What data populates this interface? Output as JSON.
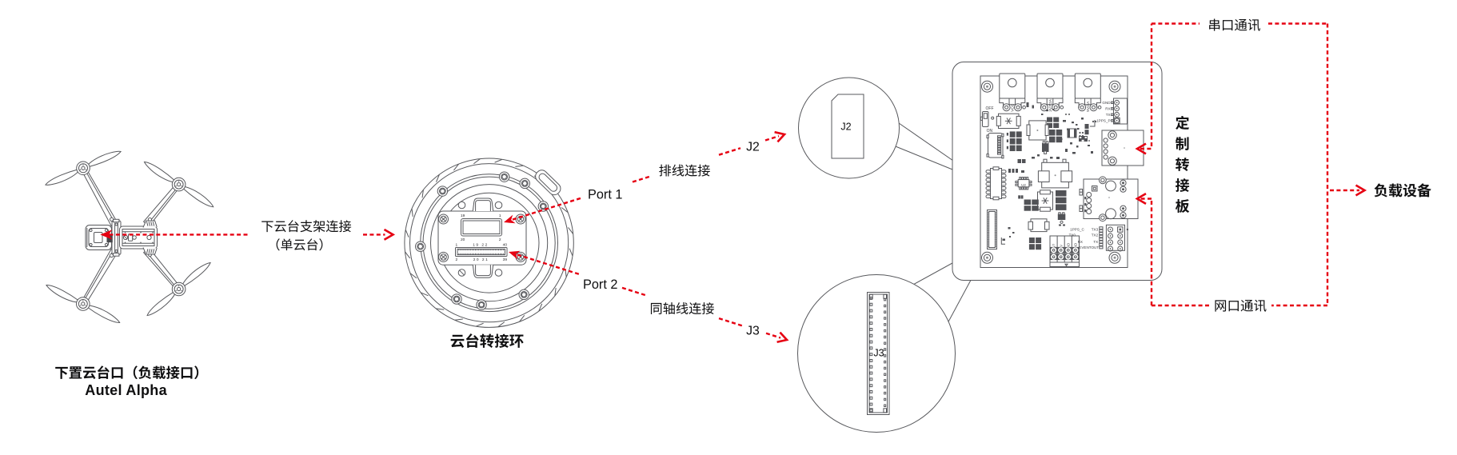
{
  "drone": {
    "caption_line1": "下置云台口（负载接口）",
    "caption_line2": "Autel Alpha"
  },
  "mount_link": {
    "line1": "下云台支架连接",
    "line2": "（单云台）"
  },
  "ring": {
    "caption": "云台转接环",
    "port1": {
      "label": "Port 1",
      "pin_tl": "19",
      "pin_tr": "1",
      "pin_bl": "20",
      "pin_br": "2"
    },
    "port2": {
      "label": "Port 2",
      "pin_tl": "1",
      "pin_tm": "19 22",
      "pin_tr": "40",
      "pin_bl": "2",
      "pin_bm": "20 21",
      "pin_br": "39"
    }
  },
  "links": {
    "port1": "Port 1",
    "port2": "Port 2",
    "ribbon": "排线连接",
    "ribbon_target": "J2",
    "coax": "同轴线连接",
    "coax_target": "J3"
  },
  "callouts": {
    "j2": "J2",
    "j3": "J3"
  },
  "board": {
    "caption": "定制转接板",
    "silk": {
      "reg1": "VCC",
      "reg2": "3V7/2A",
      "reg3": "5V/2A",
      "sw_off": "OFF",
      "sw_on": "ON",
      "u2": "U2",
      "hdr_right": [
        "GND",
        "RX",
        "TX",
        "1PPS_P"
      ],
      "hdr_power": [
        "3V7",
        "5V",
        "GND",
        "GND"
      ],
      "sig_left": [
        "1PPS_C",
        "TX0",
        "RX",
        "EVENTOUT"
      ],
      "sig_right": [
        "TX3",
        "TX2",
        "TX"
      ]
    }
  },
  "comm": {
    "serial": "串口通讯",
    "ethernet": "网口通讯",
    "payload": "负载设备"
  },
  "colors": {
    "line_gray": "#57585c",
    "accent_red": "#e60012",
    "text_black": "#0f0f10"
  }
}
